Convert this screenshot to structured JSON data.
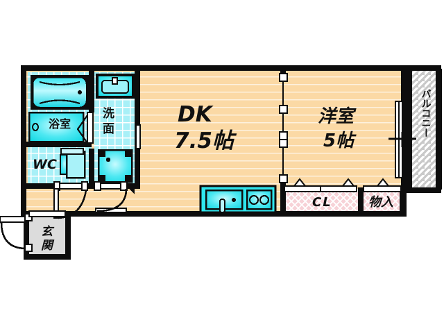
{
  "plan": {
    "title": "apartment-floor-plan",
    "colors": {
      "wall": "#0d0d0d",
      "floor_wood": "#fbd9a5",
      "floor_wood_stripe": "#fdf0dc",
      "tile_cyan": "#a8f0f7",
      "tile_grid": "#ffffff",
      "fixture_cyan": "#2fe6ee",
      "closet_pink": "#f7d4d8",
      "closet_pink_grid": "#ffffff",
      "balcony_grey": "#c9c9c9",
      "balcony_hatch": "#ffffff",
      "genkan_grey": "#dcdcdc",
      "text": "#111111",
      "white": "#ffffff"
    },
    "rooms": [
      {
        "key": "dk",
        "name": "DK",
        "size": "7.5帖",
        "label_name": "DK",
        "label_size": "7.5帖"
      },
      {
        "key": "washitsu",
        "name": "洋室",
        "size": "5帖",
        "label_name": "洋室",
        "label_size": "5帖"
      },
      {
        "key": "bath",
        "name": "浴室",
        "size": "",
        "label_name": "浴室",
        "label_size": ""
      },
      {
        "key": "washroom",
        "name": "洗面",
        "size": "",
        "label_name": "洗面",
        "label_size": ""
      },
      {
        "key": "toilet",
        "name": "WC",
        "size": "",
        "label_name": "WC",
        "label_size": ""
      },
      {
        "key": "closet",
        "name": "CL",
        "size": "",
        "label_name": "CL",
        "label_size": ""
      },
      {
        "key": "storage",
        "name": "物入",
        "size": "",
        "label_name": "物入",
        "label_size": ""
      },
      {
        "key": "balcony",
        "name": "バルコニー",
        "size": "",
        "label_name": "バルコニー",
        "label_size": ""
      },
      {
        "key": "genkan",
        "name": "玄関",
        "size": "",
        "label_name": "玄関",
        "label_size": ""
      }
    ],
    "labels": {
      "dk_name": "DK",
      "dk_size": "7.5帖",
      "washitsu_name": "洋室",
      "washitsu_size": "5帖",
      "bath": "浴室",
      "washroom_1": "洗",
      "washroom_2": "面",
      "toilet": "WC",
      "closet": "CL",
      "storage": "物入",
      "balcony": "バルコニー",
      "genkan_1": "玄",
      "genkan_2": "関"
    },
    "fixtures": [
      {
        "key": "bathtub",
        "name": "bathtub-fixture"
      },
      {
        "key": "vanity-sink",
        "name": "vanity-sink-fixture"
      },
      {
        "key": "washer-pan",
        "name": "washing-machine-pan-fixture"
      },
      {
        "key": "toilet-bowl",
        "name": "toilet-fixture"
      },
      {
        "key": "kitchen-sink",
        "name": "kitchen-sink-fixture"
      },
      {
        "key": "kitchen-stove",
        "name": "kitchen-stove-fixture"
      }
    ]
  }
}
